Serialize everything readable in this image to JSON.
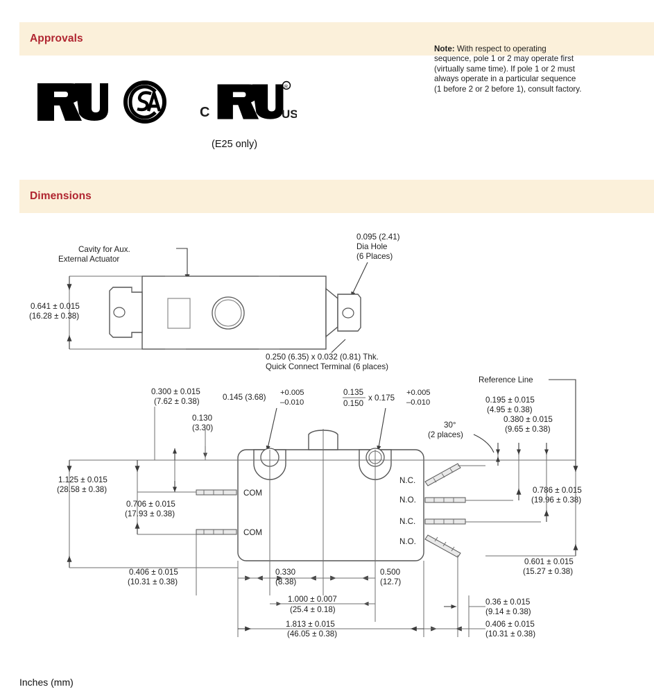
{
  "sections": {
    "approvals": {
      "title": "Approvals"
    },
    "dimensions": {
      "title": "Dimensions"
    }
  },
  "approvals": {
    "logos": [
      {
        "name": "ul-recognized-mark",
        "text": "RU"
      },
      {
        "name": "csa-mark",
        "text": "CSA"
      },
      {
        "name": "c-ul-us-mark",
        "text": "RU",
        "prefix": "C",
        "suffix": "US",
        "registered": "®"
      }
    ],
    "caption": "(E25 only)"
  },
  "note": {
    "label": "Note:",
    "text": " With respect to operating sequence, pole 1 or 2 may operate first (virtually same time). If pole 1 or 2 must always operate in a particular sequence (1 before 2 or 2 before 1), consult factory."
  },
  "footer": {
    "units": "Inches (mm)"
  },
  "top_view": {
    "callout_cavity_l1": "Cavity for Aux.",
    "callout_cavity_l2": "External Actuator",
    "height_in": "0.641 ± 0.015",
    "height_mm": "(16.28 ± 0.38)",
    "hole_l1": "0.095 (2.41)",
    "hole_l2": "Dia Hole",
    "hole_l3": "(6 Places)",
    "terminal_l1": "0.250 (6.35) x 0.032 (0.81) Thk.",
    "terminal_l2": "Quick Connect Terminal (6 places)"
  },
  "front_view": {
    "top_dims": {
      "d300_in": "0.300 ± 0.015",
      "d300_mm": "(7.62 ± 0.38)",
      "d130_in": "0.130",
      "d130_mm": "(3.30)",
      "d145": "0.145 (3.68)",
      "d145_tol_plus": "+0.005",
      "d145_tol_minus": "–0.010",
      "slot_num": "0.135",
      "slot_den": "0.150",
      "slot_x": "x 0.175",
      "slot_tol_plus": "+0.005",
      "slot_tol_minus": "–0.010",
      "reference_line": "Reference Line",
      "d195_in": "0.195 ± 0.015",
      "d195_mm": "(4.95 ± 0.38)",
      "d380_in": "0.380 ± 0.015",
      "d380_mm": "(9.65 ± 0.38)",
      "angle_l1": "30°",
      "angle_l2": "(2 places)"
    },
    "left_dims": {
      "d1125_in": "1.125 ± 0.015",
      "d1125_mm": "(28.58 ± 0.38)",
      "d0706_in": "0.706 ± 0.015",
      "d0706_mm": "(17.93 ± 0.38)"
    },
    "right_dims": {
      "d0786_in": "0.786 ± 0.015",
      "d0786_mm": "(19.96 ± 0.38)",
      "d0601_in": "0.601 ± 0.015",
      "d0601_mm": "(15.27 ± 0.38)"
    },
    "bottom_dims": {
      "d0406_in": "0.406 ± 0.015",
      "d0406_mm": "(10.31 ± 0.38)",
      "d0330_in": "0.330",
      "d0330_mm": "(8.38)",
      "d0500_in": "0.500",
      "d0500_mm": "(12.7)",
      "d1000_in": "1.000 ± 0.007",
      "d1000_mm": "(25.4 ± 0.18)",
      "d1813_in": "1.813 ± 0.015",
      "d1813_mm": "(46.05 ± 0.38)",
      "d036_in": "0.36 ± 0.015",
      "d036_mm": "(9.14 ± 0.38)",
      "d0406b_in": "0.406 ± 0.015",
      "d0406b_mm": "(10.31 ± 0.38)"
    },
    "terminals_left": [
      "COM",
      "COM"
    ],
    "terminals_right": [
      "N.C.",
      "N.O.",
      "N.C.",
      "N.O."
    ]
  },
  "colors": {
    "band_bg": "#fbf0da",
    "heading": "#b02530",
    "line": "#6e6e6e"
  }
}
